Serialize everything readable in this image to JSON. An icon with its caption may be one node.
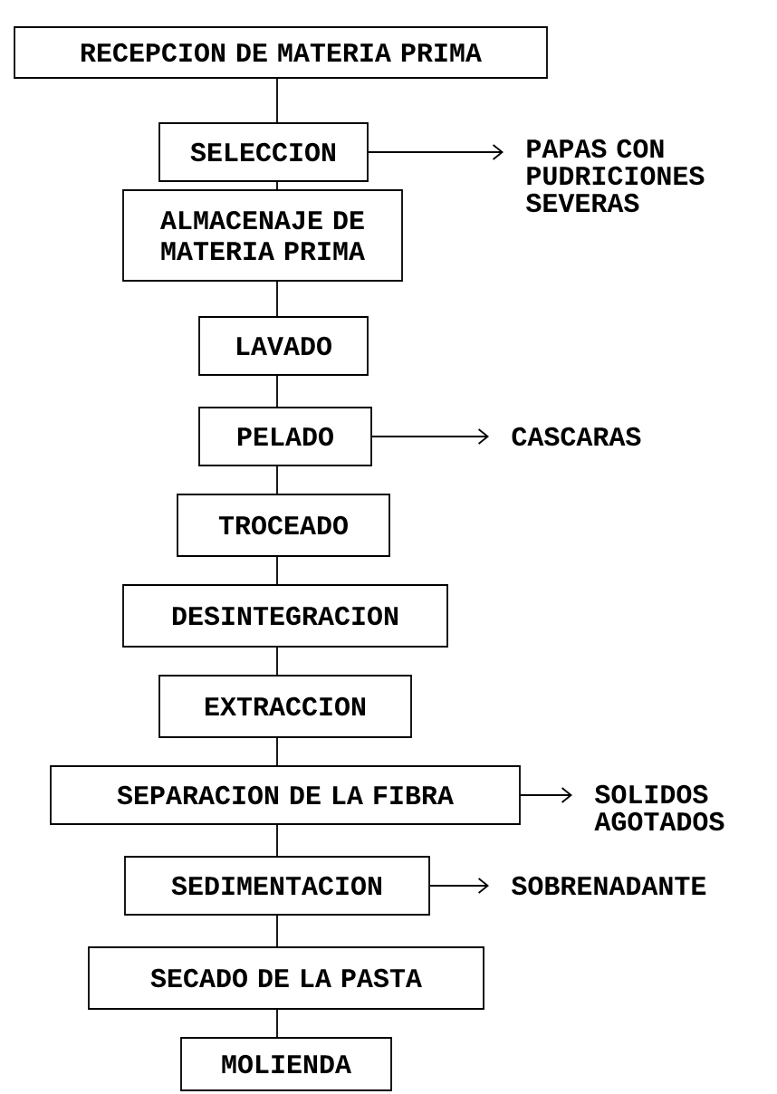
{
  "diagram": {
    "nodes": [
      {
        "text": [
          "RECEPCION DE MATERIA PRIMA"
        ]
      },
      {
        "text": [
          "SELECCION"
        ]
      },
      {
        "text": [
          "ALMACENAJE DE MATERIA PRIMA"
        ]
      },
      {
        "text": [
          "LAVADO"
        ]
      },
      {
        "text": [
          "PELADO"
        ]
      },
      {
        "text": [
          "TROCEADO"
        ]
      },
      {
        "text": [
          "DESINTEGRACION"
        ]
      },
      {
        "text": [
          "EXTRACCION"
        ]
      },
      {
        "text": [
          "SEPARACION DE LA FIBRA"
        ]
      },
      {
        "text": [
          "SEDIMENTACION"
        ]
      },
      {
        "text": [
          "SECADO DE LA PASTA"
        ]
      },
      {
        "text": [
          "MOLIENDA"
        ]
      },
      {
        "text": [
          "PAPAS CON PUDRICIONES SEVERAS"
        ]
      },
      {
        "text": [
          "CASCARAS"
        ]
      },
      {
        "text": [
          "SOLIDOS AGOTADOS"
        ]
      },
      {
        "text": [
          "SOBRENADANTE"
        ]
      }
    ],
    "edges": [
      {
        "from": 0,
        "to": 1,
        "arrow": "none"
      },
      {
        "from": 1,
        "to": 2,
        "arrow": "none"
      },
      {
        "from": 2,
        "to": 3,
        "arrow": "none"
      },
      {
        "from": 3,
        "to": 4,
        "arrow": "none"
      },
      {
        "from": 4,
        "to": 5,
        "arrow": "none"
      },
      {
        "from": 5,
        "to": 6,
        "arrow": "none"
      },
      {
        "from": 6,
        "to": 7,
        "arrow": "none"
      },
      {
        "from": 7,
        "to": 8,
        "arrow": "none"
      },
      {
        "from": 8,
        "to": 9,
        "arrow": "none"
      },
      {
        "from": 9,
        "to": 10,
        "arrow": "none"
      },
      {
        "from": 10,
        "to": 11,
        "arrow": "none"
      },
      {
        "from": 1,
        "to": 12,
        "arrow": "to"
      },
      {
        "from": 4,
        "to": 13,
        "arrow": "to"
      },
      {
        "from": 8,
        "to": 14,
        "arrow": "to"
      },
      {
        "from": 9,
        "to": 15,
        "arrow": "to"
      }
    ]
  }
}
